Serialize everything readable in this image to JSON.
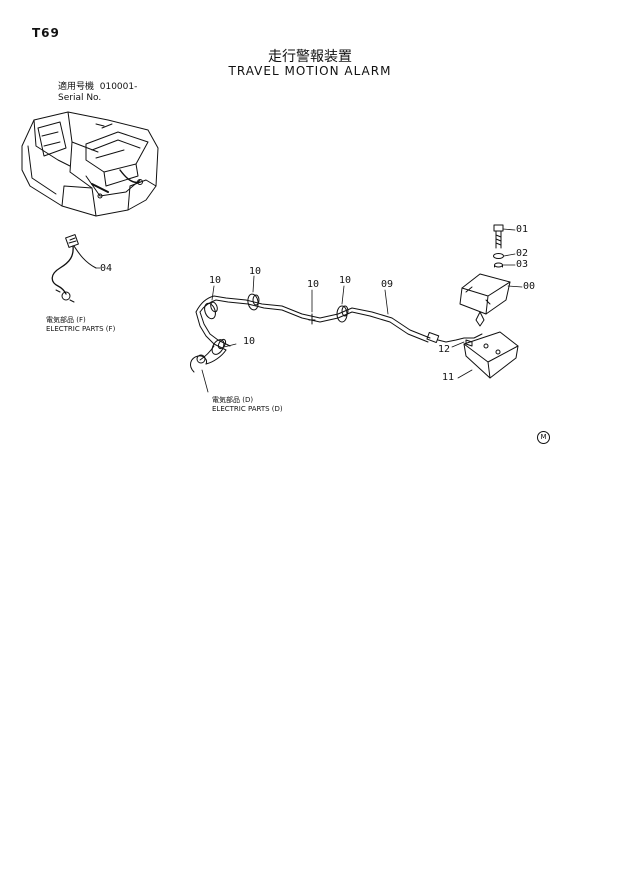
{
  "header": {
    "page_number": "T69",
    "title_jp": "走行警報装置",
    "title_en": "TRAVEL MOTION ALARM"
  },
  "serial": {
    "label_jp": "適用号機",
    "value": "010001-",
    "label_en": "Serial No."
  },
  "references": {
    "left_jp": "電気部品 (F)",
    "left_en": "ELECTRIC PARTS (F)",
    "center_jp": "電気部品 (D)",
    "center_en": "ELECTRIC PARTS (D)"
  },
  "callouts": {
    "c04": "04",
    "c10a": "10",
    "c10b": "10",
    "c10c": "10",
    "c10d": "10",
    "c10e": "10",
    "c09": "09",
    "c01": "01",
    "c02": "02",
    "c03": "03",
    "c00": "00",
    "c12": "12",
    "c11": "11"
  },
  "corner_mark": "M"
}
